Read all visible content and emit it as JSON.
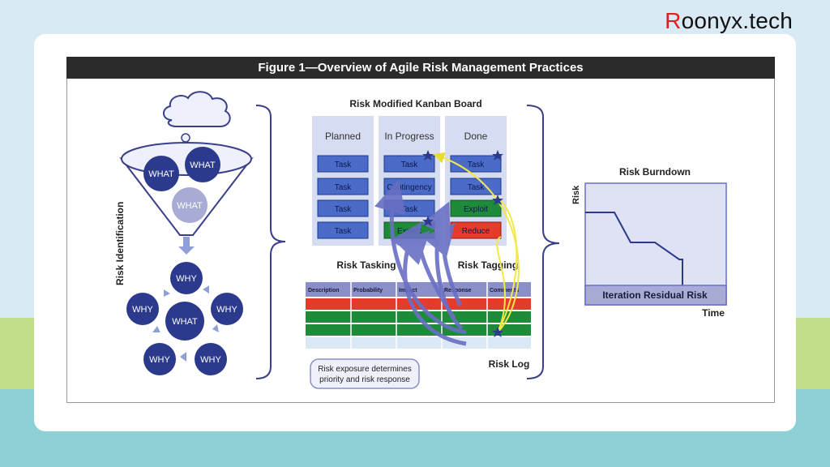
{
  "brand": {
    "first_letter": "R",
    "rest": "oonyx.tech"
  },
  "figure": {
    "title": "Figure 1—Overview of Agile Risk Management Practices",
    "risk_identification": {
      "label": "Risk Identification",
      "funnel_items": [
        "WHAT",
        "WHAT",
        "WHAT"
      ],
      "center": "WHAT",
      "why_items": [
        "WHY",
        "WHY",
        "WHY",
        "WHY",
        "WHY"
      ]
    },
    "kanban": {
      "title": "Risk Modified Kanban Board",
      "columns": [
        {
          "title": "Planned",
          "cards": [
            "Task",
            "Task",
            "Task",
            "Task"
          ]
        },
        {
          "title": "In Progress",
          "cards": [
            "Task",
            "Contingency",
            "Task",
            "Exploit"
          ]
        },
        {
          "title": "Done",
          "cards": [
            "Task",
            "Task",
            "Exploit",
            "Reduce"
          ]
        }
      ],
      "risk_tasking": "Risk Tasking",
      "risk_tagging": "Risk Tagging"
    },
    "risk_log": {
      "headers": [
        "Description",
        "Probability",
        "Impact",
        "Response",
        "Comments"
      ],
      "label": "Risk Log",
      "note": [
        "Risk exposure determines",
        "priority and risk response"
      ]
    },
    "burndown": {
      "title": "Risk Burndown",
      "y_label": "Risk",
      "x_label": "Time",
      "band_label": "Iteration Residual Risk"
    }
  },
  "colors": {
    "navy": "#2b3a8c",
    "task_blue": "#4a6bc8",
    "green": "#1e8a3a",
    "red": "#e53b2b",
    "lavender": "#d6dcf1",
    "arrow_purple": "#6a6fc4",
    "arrow_yellow": "#f2e84a"
  }
}
